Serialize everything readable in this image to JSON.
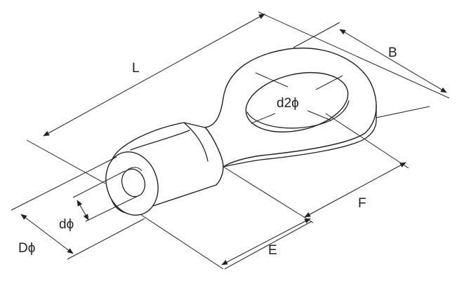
{
  "diagram": {
    "labels": {
      "L": "L",
      "B": "B",
      "d2": "d2ϕ",
      "F": "F",
      "E": "E",
      "d": "dϕ",
      "D": "Dϕ"
    }
  }
}
